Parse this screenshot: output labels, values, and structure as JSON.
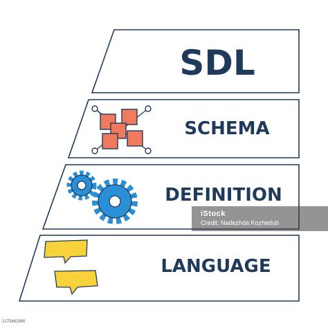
{
  "tiers": [
    {
      "label": "SDL",
      "icon": "none"
    },
    {
      "label": "SCHEMA",
      "icon": "schema-network-icon"
    },
    {
      "label": "DEFINITION",
      "icon": "gears-icon"
    },
    {
      "label": "LANGUAGE",
      "icon": "speech-bubbles-icon"
    }
  ],
  "colors": {
    "outline": "#1f3a5a",
    "text": "#1f3a5a",
    "schema_fill": "#f07a5e",
    "gear_fill": "#2a8fd6",
    "bubble_fill": "#f7d23a"
  },
  "watermark": {
    "logo": "iStock",
    "credit": "Credit: Nadezhda Kozhedub"
  },
  "stock_id": "2175462565"
}
